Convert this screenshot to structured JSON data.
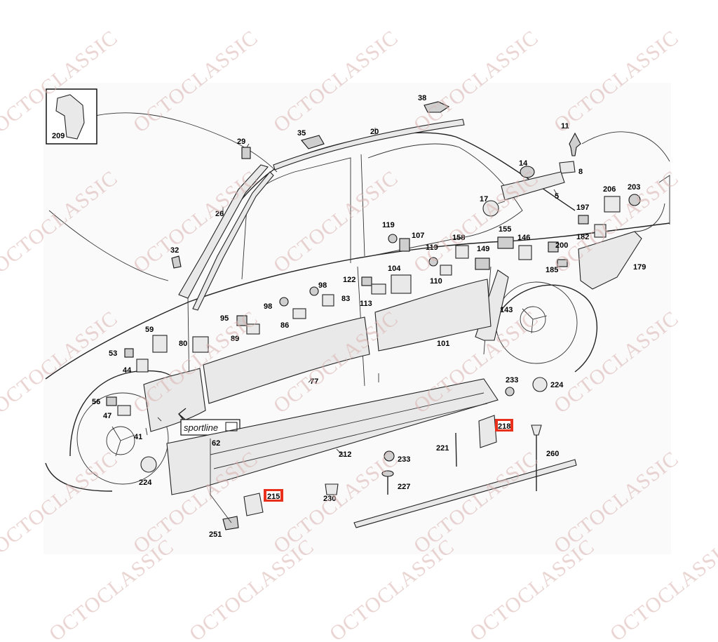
{
  "watermark": "OCTOCLASSIC",
  "highlight_color": "#e8301c",
  "badge_text": "sportline",
  "labels": {
    "l209": "209",
    "l38": "38",
    "l35": "35",
    "l20": "20",
    "l11": "11",
    "l29": "29",
    "l14": "14",
    "l8": "8",
    "l26": "26",
    "l5": "5",
    "l17": "17",
    "l206": "206",
    "l203": "203",
    "l197": "197",
    "l182": "182",
    "l32": "32",
    "l119a": "119",
    "l107": "107",
    "l158": "158",
    "l155": "155",
    "l146": "146",
    "l200": "200",
    "l119b": "119",
    "l149": "149",
    "l185": "185",
    "l179": "179",
    "l104": "104",
    "l110": "110",
    "l122": "122",
    "l98a": "98",
    "l83": "83",
    "l113": "113",
    "l98b": "98",
    "l95": "95",
    "l86": "86",
    "l143": "143",
    "l89": "89",
    "l59": "59",
    "l80": "80",
    "l101": "101",
    "l53": "53",
    "l44": "44",
    "l77": "77",
    "l233a": "233",
    "l224a": "224",
    "l56": "56",
    "l47": "47",
    "l218": "218",
    "l41": "41",
    "l62": "62",
    "l221": "221",
    "l260": "260",
    "l212": "212",
    "l233b": "233",
    "l224b": "224",
    "l227": "227",
    "l215": "215",
    "l230": "230",
    "l251": "251"
  }
}
